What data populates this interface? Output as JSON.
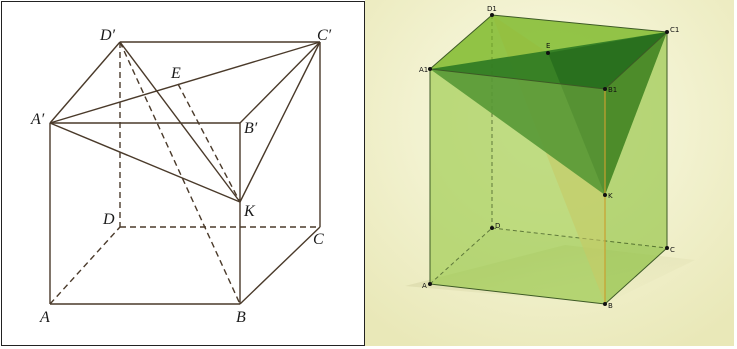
{
  "left_figure": {
    "labels": {
      "A": "A",
      "B": "B",
      "C": "C",
      "D": "D",
      "A1": "A′",
      "B1": "B′",
      "C1": "C′",
      "D1": "D′",
      "E": "E",
      "K": "K"
    }
  },
  "right_figure": {
    "labels": {
      "A": "A",
      "B": "B",
      "C": "C",
      "D": "D",
      "A1": "A1",
      "B1": "B1",
      "C1": "C1",
      "D1": "D1",
      "E": "E",
      "K": "K"
    },
    "colors": {
      "background": "#f4f3cf",
      "prism_face": "#8fc13a",
      "triangle_dark": "#2e7a22",
      "edge_orange": "#d4a23a"
    }
  }
}
